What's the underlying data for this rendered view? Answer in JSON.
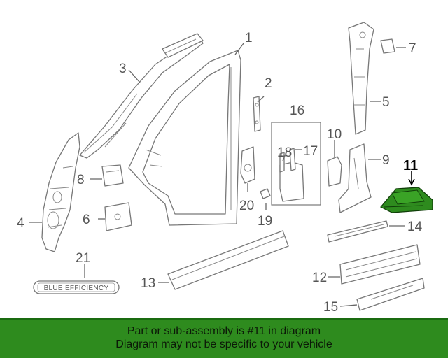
{
  "diagram": {
    "callouts": [
      "1",
      "2",
      "3",
      "4",
      "5",
      "6",
      "7",
      "8",
      "9",
      "10",
      "11",
      "12",
      "13",
      "14",
      "15",
      "16",
      "17",
      "18",
      "19",
      "20",
      "21"
    ],
    "highlighted_part": "11",
    "badge_text": "BLUE EFFICIENCY"
  },
  "banner": {
    "line1": "Part or sub-assembly is #11 in diagram",
    "line2": "Diagram may not be specific to your vehicle"
  },
  "colors": {
    "highlight": "#2e8b1e",
    "banner_bg": "#2e8b1e",
    "line_art": "#777777"
  }
}
